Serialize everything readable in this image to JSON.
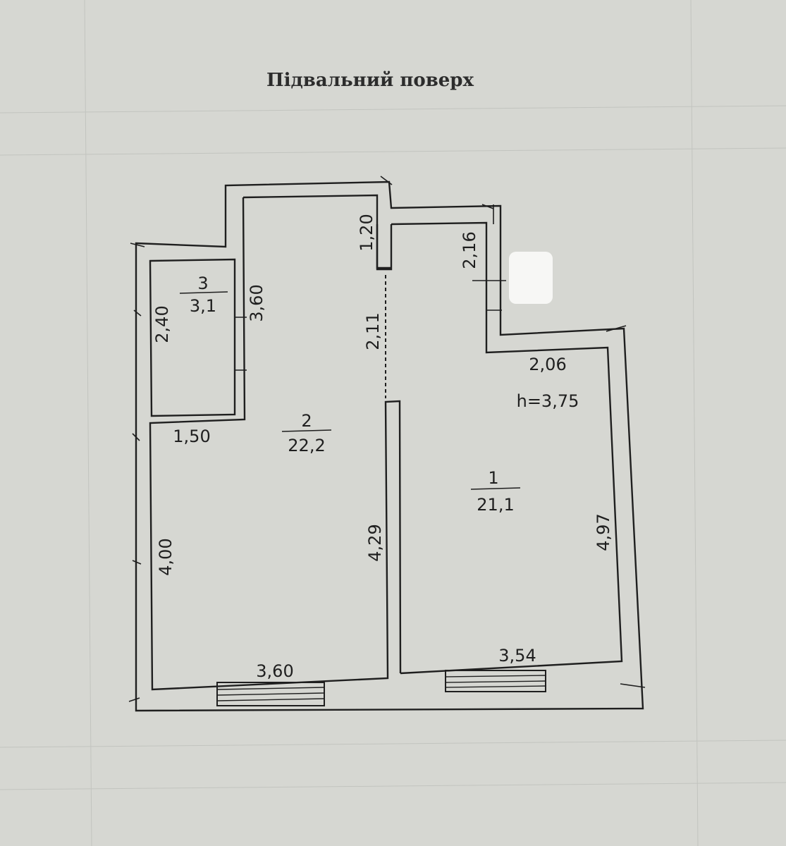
{
  "title": "Підвальний поверх",
  "height_note": "h=3,75",
  "rooms": [
    {
      "number": "1",
      "area": "21,1"
    },
    {
      "number": "2",
      "area": "22,2"
    },
    {
      "number": "3",
      "area": "3,1"
    }
  ],
  "dimensions": {
    "d_1_20": "1,20",
    "d_2_16": "2,16",
    "d_3_60_wall": "3,60",
    "d_2_40": "2,40",
    "d_2_11": "2,11",
    "d_2_06": "2,06",
    "d_1_50": "1,50",
    "d_4_00": "4,00",
    "d_4_29": "4,29",
    "d_4_97": "4,97",
    "d_3_60_bottom": "3,60",
    "d_3_54": "3,54"
  },
  "colors": {
    "paper": "#d6d7d2",
    "ink": "#1f1f1f"
  }
}
